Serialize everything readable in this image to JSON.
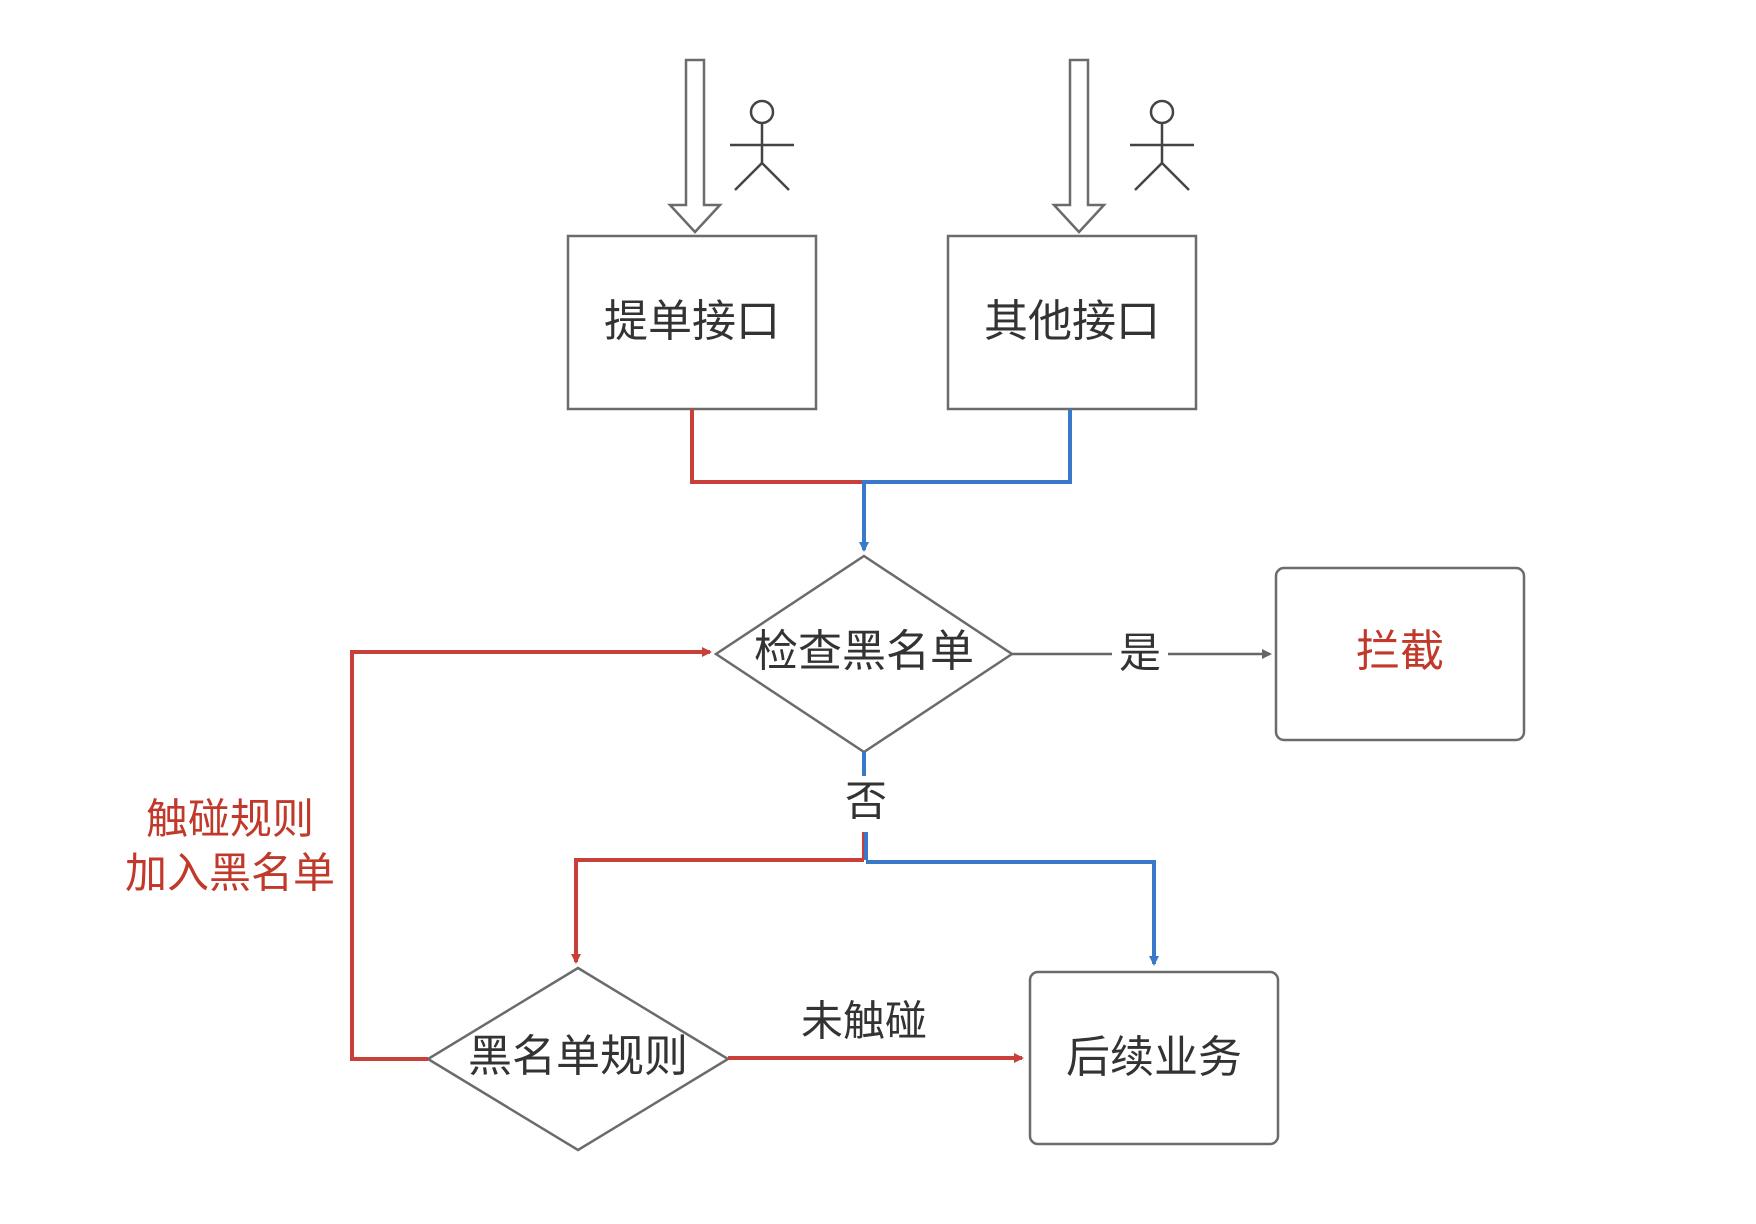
{
  "nodes": {
    "order_api": "提单接口",
    "other_api": "其他接口",
    "check_blacklist": "检查黑名单",
    "intercept": "拦截",
    "blacklist_rule": "黑名单规则",
    "follow_up": "后续业务"
  },
  "edges": {
    "yes": "是",
    "no": "否",
    "not_triggered": "未触碰",
    "triggered_line1": "触碰规则",
    "triggered_line2": "加入黑名单"
  },
  "colors": {
    "red_flow": "#c9403a",
    "blue_flow": "#3a78c9",
    "highlight_text": "#c0392b",
    "node_border": "#6b6b6b"
  },
  "icons": [
    "actor-icon",
    "actor-icon"
  ]
}
